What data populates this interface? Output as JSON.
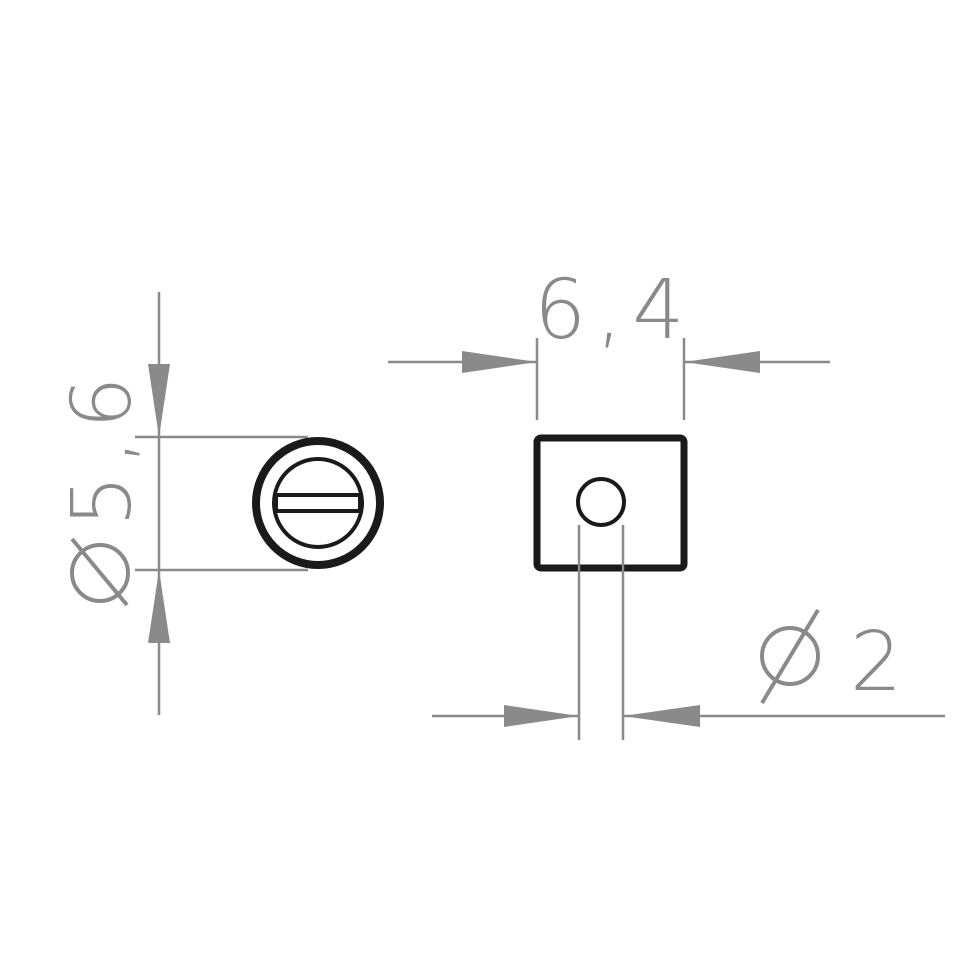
{
  "dimensions": {
    "screw_head_diameter": {
      "symbol": "⌀",
      "value": "5,6"
    },
    "block_width": {
      "value": "6,4"
    },
    "hole_diameter": {
      "symbol": "⌀",
      "value": "2"
    }
  },
  "colors": {
    "dimension": "#8a8a8a",
    "outline": "#1a1a1a",
    "background": "#ffffff"
  }
}
